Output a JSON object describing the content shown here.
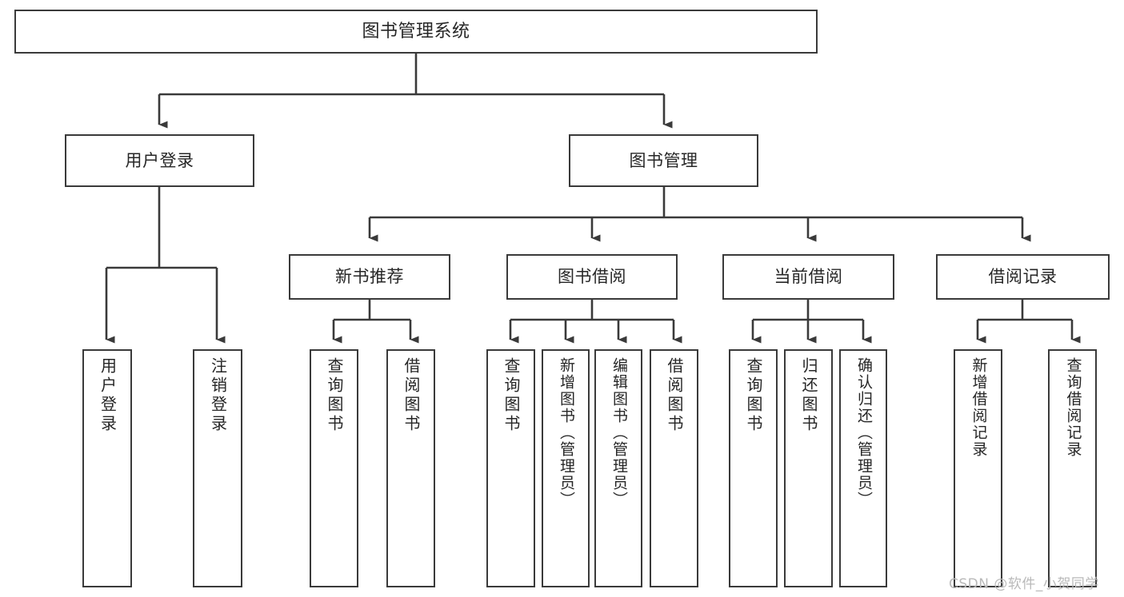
{
  "diagram": {
    "title": "图书管理系统",
    "type": "tree-hierarchy-diagram",
    "watermark": "CSDN @软件_小贺同学",
    "colors": {
      "box_border": "#3a3a3a",
      "box_fill": "#ffffff",
      "connector": "#3a3a3a",
      "text": "#262626",
      "watermark": "#b9b9b9"
    },
    "nodes": {
      "root": "图书管理系统",
      "level2": {
        "user_login": "用户登录",
        "book_manage": "图书管理"
      },
      "level3": {
        "new_book_recommend": "新书推荐",
        "book_borrow": "图书借阅",
        "current_borrow": "当前借阅",
        "borrow_record": "借阅记录"
      },
      "leaves": {
        "user_login": [
          "用户登录",
          "注销登录"
        ],
        "new_book_recommend": [
          "查询图书",
          "借阅图书"
        ],
        "book_borrow": [
          "查询图书",
          "新增图书（管理员）",
          "编辑图书（管理员）",
          "借阅图书"
        ],
        "current_borrow": [
          "查询图书",
          "归还图书",
          "确认归还（管理员）"
        ],
        "borrow_record": [
          "新增借阅记录",
          "查询借阅记录"
        ]
      }
    }
  }
}
